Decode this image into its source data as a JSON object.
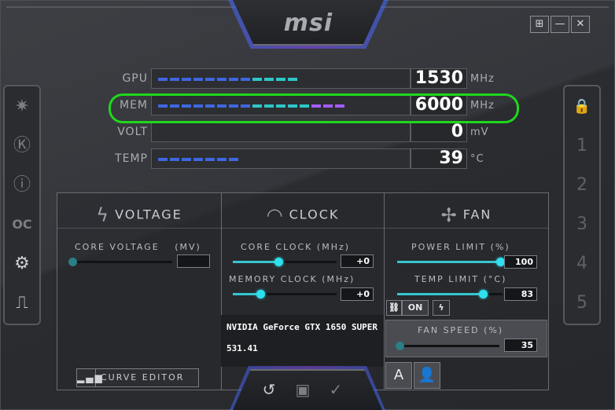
{
  "brand": "msi",
  "window_buttons": {
    "win": "⊞",
    "min": "—",
    "close": "✕"
  },
  "left_rail": [
    {
      "icon": "dragon-icon",
      "glyph": "✷"
    },
    {
      "icon": "k-icon",
      "glyph": "Ⓚ"
    },
    {
      "icon": "info-icon",
      "glyph": "ⓘ"
    },
    {
      "icon": "oc-scanner-icon",
      "glyph": "OC"
    },
    {
      "icon": "gear-icon",
      "glyph": "⚙"
    },
    {
      "icon": "monitor-icon",
      "glyph": "⎍"
    }
  ],
  "right_rail": {
    "lock_glyph": "🔒",
    "profiles": [
      "1",
      "2",
      "3",
      "4",
      "5"
    ]
  },
  "readouts": [
    {
      "label": "GPU",
      "value": "1530",
      "unit": "MHz",
      "level": 0.6
    },
    {
      "label": "MEM",
      "value": "6000",
      "unit": "MHz",
      "level": 0.8
    },
    {
      "label": "VOLT",
      "value": "0",
      "unit": "mV",
      "level": 0.0
    },
    {
      "label": "TEMP",
      "value": "39",
      "unit": "°C",
      "level": 0.37
    }
  ],
  "colors": {
    "accent": "#2ee0ee",
    "bar_blue": "#3f67e0",
    "bar_teal": "#2ec7c9",
    "bar_purple": "#a35cff",
    "annotation": "#1ee01a"
  },
  "panels": {
    "voltage": {
      "title": "VOLTAGE",
      "core_voltage_label": "CORE VOLTAGE",
      "core_voltage_unit": "(MV)",
      "core_voltage_value": ""
    },
    "clock": {
      "title": "CLOCK",
      "core_clock_label": "CORE CLOCK",
      "core_clock_unit": "(MHz)",
      "core_clock_value": "+0",
      "memory_clock_label": "MEMORY CLOCK",
      "memory_clock_unit": "(MHz)",
      "memory_clock_value": "+0"
    },
    "fan": {
      "title": "FAN",
      "power_limit_label": "POWER LIMIT",
      "power_limit_unit": "(%)",
      "power_limit_value": "100",
      "temp_limit_label": "TEMP LIMIT",
      "temp_limit_unit": "(°C)",
      "temp_limit_value": "83",
      "link_on_label": "ON",
      "fan_speed_label": "FAN SPEED",
      "fan_speed_unit": "(%)",
      "fan_speed_value": "35"
    }
  },
  "gpu": {
    "name": "NVIDIA GeForce GTX 1650 SUPER",
    "driver": "531.41"
  },
  "curve_editor_label": "CURVE EDITOR",
  "profile_buttons": {
    "auto": "A"
  }
}
